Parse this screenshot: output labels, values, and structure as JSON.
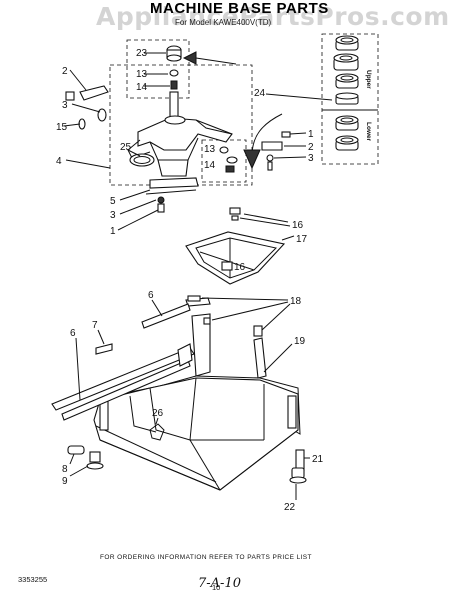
{
  "watermark": "AppliancePartsPros.com",
  "title": "MACHINE BASE PARTS",
  "subtitle": "For Model KAWE400V(TD)",
  "side_labels": {
    "upper": "Upper",
    "lower": "Lower"
  },
  "callouts": {
    "c23": "23",
    "c13a": "13",
    "c14a": "14",
    "c2a": "2",
    "c3a": "3",
    "c15": "15",
    "c4": "4",
    "c25": "25",
    "c24": "24",
    "c1a": "1",
    "c2b": "2",
    "c3b": "3",
    "c13b": "13",
    "c14b": "14",
    "c5": "5",
    "c3c": "3",
    "c1b": "1",
    "c16a": "16",
    "c17": "17",
    "c16b": "16",
    "c6a": "6",
    "c18": "18",
    "c7": "7",
    "c6b": "6",
    "c19": "19",
    "c26": "26",
    "c8": "8",
    "c9": "9",
    "c21": "21",
    "c22": "22"
  },
  "footer_note": "FOR ORDERING INFORMATION REFER TO PARTS PRICE LIST",
  "doc_number": "3353255",
  "page_number": "10",
  "handwritten_ref": "7-A-10"
}
